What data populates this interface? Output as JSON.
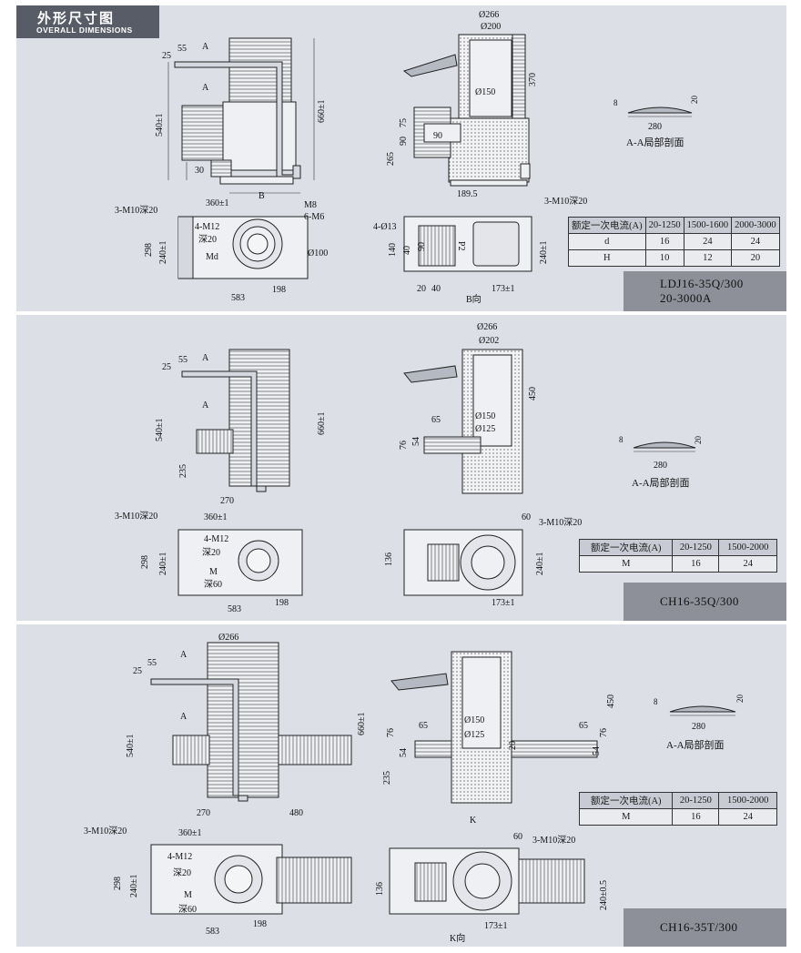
{
  "header": {
    "title_cn": "外形尺寸图",
    "title_en": "OVERALL DIMENSIONS"
  },
  "section1": {
    "model_line1": "LDJ16-35Q/300",
    "model_line2": "20-3000A",
    "table": {
      "headers": [
        "额定一次电流(A)",
        "20-1250",
        "1500-1600",
        "2000-3000"
      ],
      "rows": [
        [
          "d",
          "16",
          "24",
          "24"
        ],
        [
          "H",
          "10",
          "12",
          "20"
        ]
      ]
    },
    "section_label": "A-A局部剖面",
    "view_label": "B向",
    "dims": {
      "d25": "25",
      "d55": "55",
      "a1": "A",
      "a2": "A",
      "d540": "540±1",
      "d660": "660±1",
      "d30": "30",
      "b": "B",
      "o266": "Ø266",
      "o200": "Ø200",
      "d370": "370",
      "o150": "Ø150",
      "d75": "75",
      "d90a": "90",
      "d90b": "90",
      "d265": "265",
      "d1895": "189.5",
      "s8": "8",
      "s20": "20",
      "s280": "280",
      "m10a": "3-M10深20",
      "d360": "360±1",
      "m8": "M8",
      "m6": "6-M6",
      "m12": "4-M12",
      "deep20": "深20",
      "md": "Md",
      "o100": "Ø100",
      "d298": "298",
      "d240": "240±1",
      "d583": "583",
      "d198": "198",
      "m10b": "3-M10深20",
      "o13": "4-Ø13",
      "d140": "140",
      "d40a": "40",
      "d90c": "90",
      "p2": "P2",
      "d240b": "240±1",
      "d20": "20",
      "d40b": "40",
      "d173": "173±1"
    }
  },
  "section2": {
    "model": "CH16-35Q/300",
    "table": {
      "headers": [
        "额定一次电流(A)",
        "20-1250",
        "1500-2000"
      ],
      "rows": [
        [
          "M",
          "16",
          "24"
        ]
      ]
    },
    "section_label": "A-A局部剖面",
    "dims": {
      "d25": "25",
      "d55": "55",
      "a1": "A",
      "a2": "A",
      "d540": "540±1",
      "d660": "660±1",
      "d235": "235",
      "d270": "270",
      "o266": "Ø266",
      "o202": "Ø202",
      "d450": "450",
      "d65": "65",
      "o150": "Ø150",
      "o125": "Ø125",
      "d76": "76",
      "d54": "54",
      "s8": "8",
      "s20": "20",
      "s280": "280",
      "m10a": "3-M10深20",
      "d360": "360±1",
      "m12": "4-M12",
      "deep20": "深20",
      "m": "M",
      "deep60": "深60",
      "d298": "298",
      "d240": "240±1",
      "d583": "583",
      "d198": "198",
      "d60": "60",
      "m10b": "3-M10深20",
      "d136": "136",
      "d240b": "240±1",
      "d173": "173±1"
    }
  },
  "section3": {
    "model": "CH16-35T/300",
    "table": {
      "headers": [
        "额定一次电流(A)",
        "20-1250",
        "1500-2000"
      ],
      "rows": [
        [
          "M",
          "16",
          "24"
        ]
      ]
    },
    "section_label": "A-A局部剖面",
    "view_label": "K向",
    "dims": {
      "o266": "Ø266",
      "d25": "25",
      "d55": "55",
      "a1": "A",
      "a2": "A",
      "d540": "540±1",
      "d660": "660±1",
      "d270": "270",
      "d480": "480",
      "d450": "450",
      "d76a": "76",
      "d65a": "65",
      "o150": "Ø150",
      "o125": "Ø125",
      "d54a": "54",
      "d20": "20",
      "d65b": "65",
      "d76b": "76",
      "d54b": "54",
      "d235": "235",
      "k": "K",
      "s8": "8",
      "s20": "20",
      "s280": "280",
      "m10a": "3-M10深20",
      "d360": "360±1",
      "m12": "4-M12",
      "deep20": "深20",
      "m": "M",
      "deep60": "深60",
      "d298": "298",
      "d240": "240±1",
      "d583": "583",
      "d198": "198",
      "d60": "60",
      "m10b": "3-M10深20",
      "d136": "136",
      "d240b": "240±0.5",
      "d173": "173±1"
    }
  },
  "colors": {
    "panel": "#dcdfe6",
    "header": "#575c66",
    "model_box": "#8e9099",
    "table_head": "#c8cbd3"
  }
}
